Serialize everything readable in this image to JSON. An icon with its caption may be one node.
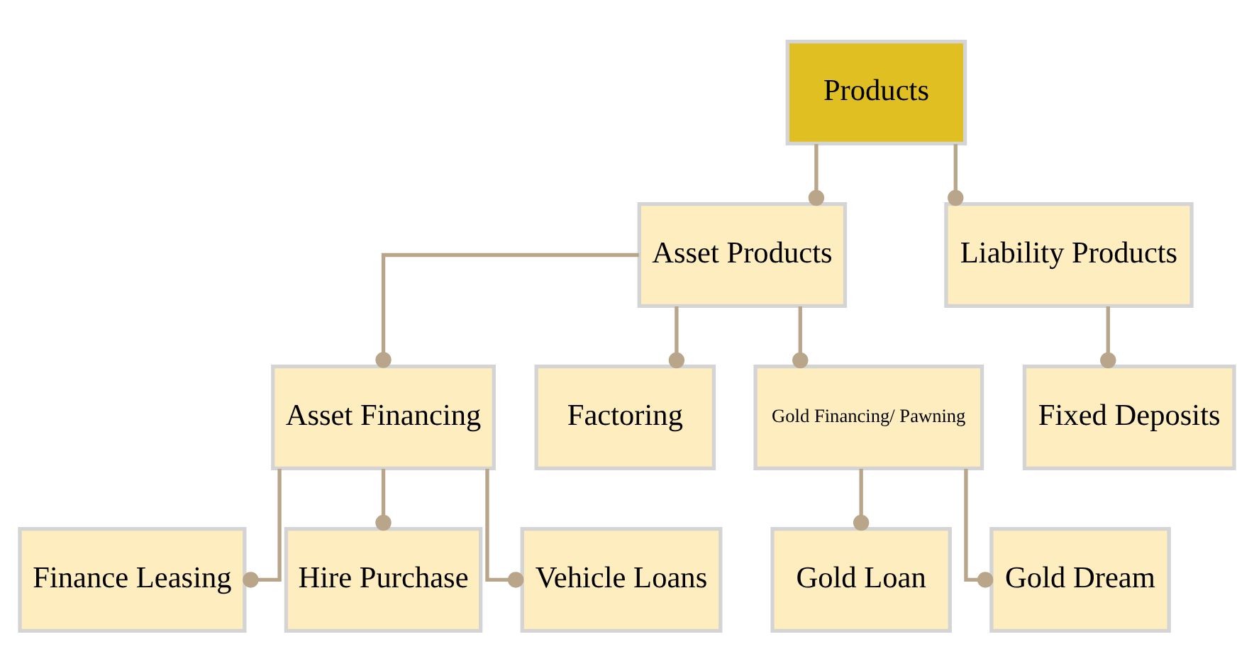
{
  "diagram": {
    "nodes": [
      {
        "text": [
          "Products"
        ]
      },
      {
        "text": [
          "Asset Products"
        ]
      },
      {
        "text": [
          "Liability Products"
        ]
      },
      {
        "text": [
          "Asset Financing"
        ]
      },
      {
        "text": [
          "Factoring"
        ]
      },
      {
        "text": [
          "Gold Financing/ Pawning"
        ]
      },
      {
        "text": [
          "Fixed Deposits"
        ]
      },
      {
        "text": [
          "Finance Leasing"
        ]
      },
      {
        "text": [
          "Hire Purchase"
        ]
      },
      {
        "text": [
          "Vehicle Loans"
        ]
      },
      {
        "text": [
          "Gold Loan"
        ]
      },
      {
        "text": [
          "Gold Dream"
        ]
      }
    ],
    "edges": [
      {
        "from": 0,
        "to": 1,
        "arrow": "other"
      },
      {
        "from": 0,
        "to": 2,
        "arrow": "other"
      },
      {
        "from": 1,
        "to": 3,
        "arrow": "other"
      },
      {
        "from": 1,
        "to": 4,
        "arrow": "other"
      },
      {
        "from": 1,
        "to": 5,
        "arrow": "other"
      },
      {
        "from": 2,
        "to": 6,
        "arrow": "other"
      },
      {
        "from": 3,
        "to": 7,
        "arrow": "other"
      },
      {
        "from": 3,
        "to": 8,
        "arrow": "other"
      },
      {
        "from": 3,
        "to": 9,
        "arrow": "other"
      },
      {
        "from": 5,
        "to": 10,
        "arrow": "other"
      },
      {
        "from": 5,
        "to": 11,
        "arrow": "other"
      }
    ]
  }
}
